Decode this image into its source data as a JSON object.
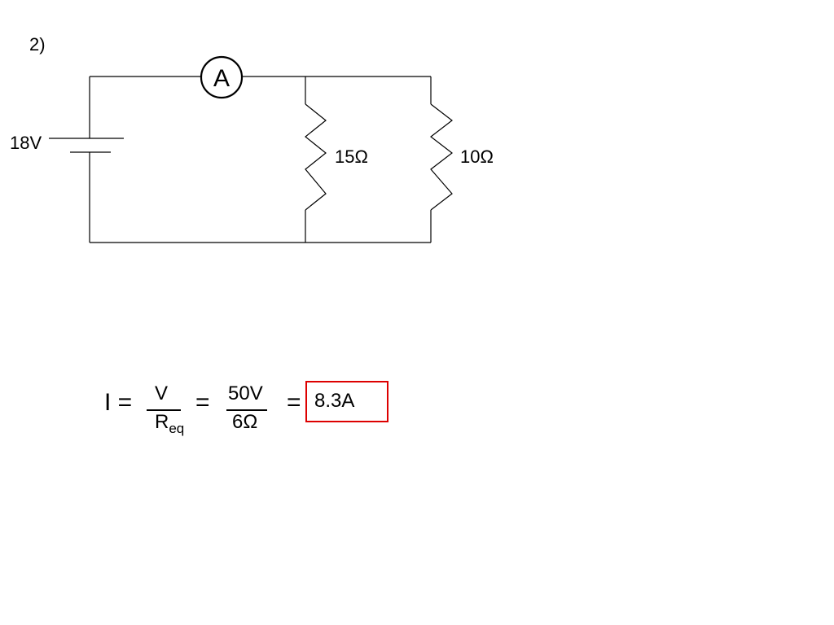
{
  "problem_number": "2)",
  "circuit": {
    "battery_label": "18V",
    "ammeter_label": "A",
    "resistor_1_label": "15Ω",
    "resistor_2_label": "10Ω"
  },
  "equation": {
    "lhs": "I =",
    "fraction_1_numerator": "V",
    "fraction_1_denominator_main": "R",
    "fraction_1_denominator_sub": "eq",
    "equals_1": "=",
    "fraction_2_numerator": "50V",
    "fraction_2_denominator": "6Ω",
    "equals_2": "=",
    "answer": "8.3A",
    "answer_box_color": "#dd0000"
  }
}
